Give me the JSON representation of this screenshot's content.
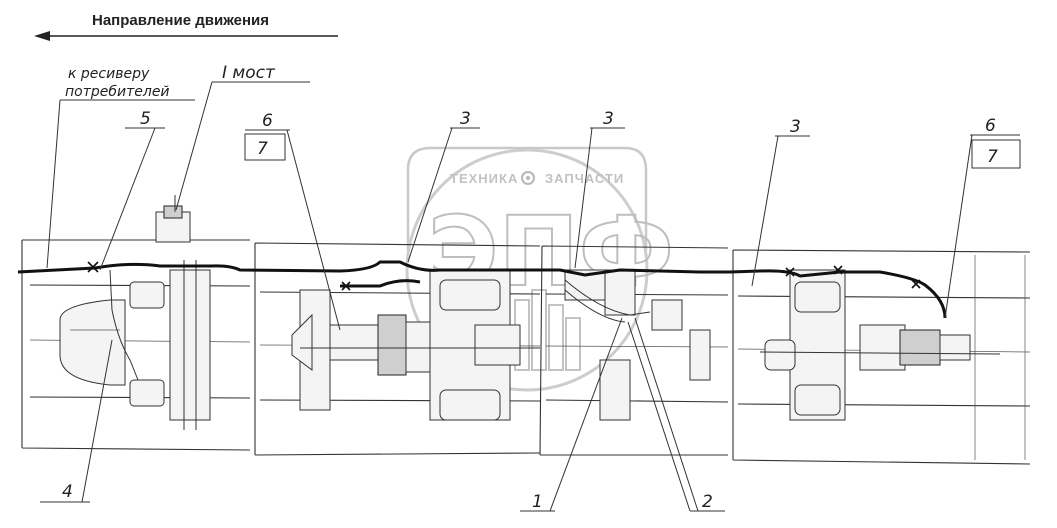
{
  "direction": {
    "label": "Направление движения"
  },
  "labels": {
    "receiver_line1": "к ресиверу",
    "receiver_line2": "потребителей",
    "axle": "I мост",
    "callouts": [
      "1",
      "2",
      "3",
      "3",
      "3",
      "4",
      "5",
      "6",
      "7",
      "6",
      "7"
    ]
  },
  "watermark": {
    "logo": "ЭПФ",
    "text_left": "ТЕХНИКА",
    "text_right": "ЗАПЧАСТИ"
  },
  "icons": {
    "direction_arrow": "arrow-left-icon",
    "gear": "gear-icon"
  },
  "colors": {
    "line": "#333333",
    "pipe": "#111111",
    "watermark": "#b8b8b8"
  }
}
